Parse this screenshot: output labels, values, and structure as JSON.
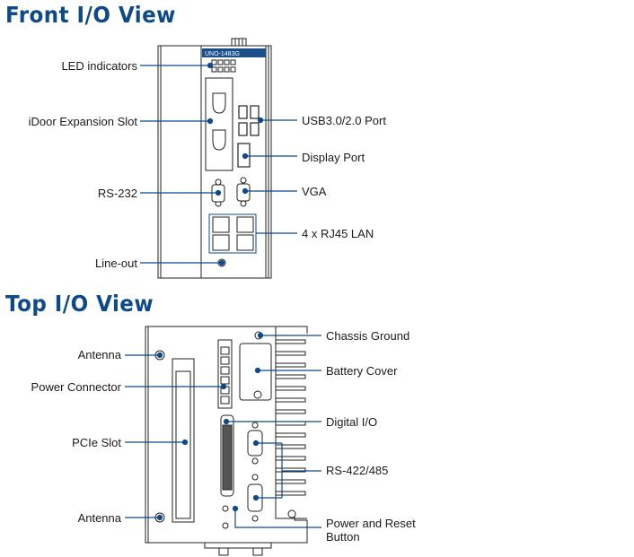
{
  "sections": {
    "front": {
      "title": "Front I/O View",
      "device_brand": "UNO-1483G",
      "left_labels": [
        "LED indicators",
        "iDoor Expansion Slot",
        "RS-232",
        "Line-out"
      ],
      "right_labels": [
        "USB3.0/2.0 Port",
        "Display Port",
        "VGA",
        "4 x RJ45 LAN"
      ]
    },
    "top": {
      "title": "Top I/O View",
      "left_labels": [
        "Antenna",
        "Power Connector",
        "PCIe Slot",
        "Antenna"
      ],
      "right_labels": [
        "Chassis Ground",
        "Battery Cover",
        "Digital I/O",
        "RS-422/485",
        "Power and Reset Button"
      ]
    }
  },
  "colors": {
    "title": "#0d4a8a",
    "callout": "#0d4a8a",
    "device_line": "#222222",
    "brand_bar": "#1b4f8c"
  }
}
